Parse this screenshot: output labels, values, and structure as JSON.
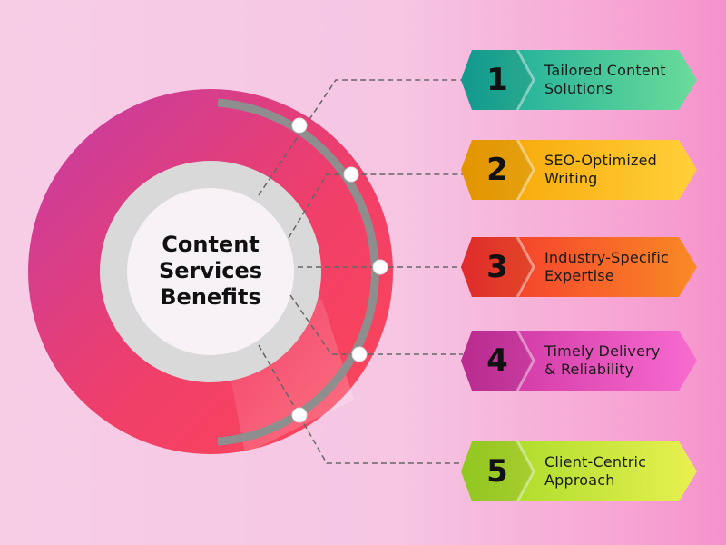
{
  "hub": {
    "title_lines": [
      "Content",
      "Services",
      "Benefits"
    ]
  },
  "benefits": [
    {
      "number": "1",
      "line1": "Tailored Content",
      "line2": "Solutions",
      "colors": [
        "#12a79b",
        "#6bdc9a"
      ]
    },
    {
      "number": "2",
      "line1": "SEO-Optimized",
      "line2": "Writing",
      "colors": [
        "#f6a100",
        "#ffd03a"
      ]
    },
    {
      "number": "3",
      "line1": "Industry-Specific",
      "line2": "Expertise",
      "colors": [
        "#f4302f",
        "#f98a25"
      ]
    },
    {
      "number": "4",
      "line1": "Timely Delivery",
      "line2": "& Reliability",
      "colors": [
        "#c92e9c",
        "#f86cd0"
      ]
    },
    {
      "number": "5",
      "line1": "Client-Centric",
      "line2": "Approach",
      "colors": [
        "#9ed824",
        "#e8f050"
      ]
    }
  ],
  "palette": {
    "ring_start": "#c63aa0",
    "ring_end": "#fb4a5c",
    "inner_ring": "#d8d8d8",
    "arc": "#8f8f8f",
    "connector": "#6d6d6d"
  }
}
